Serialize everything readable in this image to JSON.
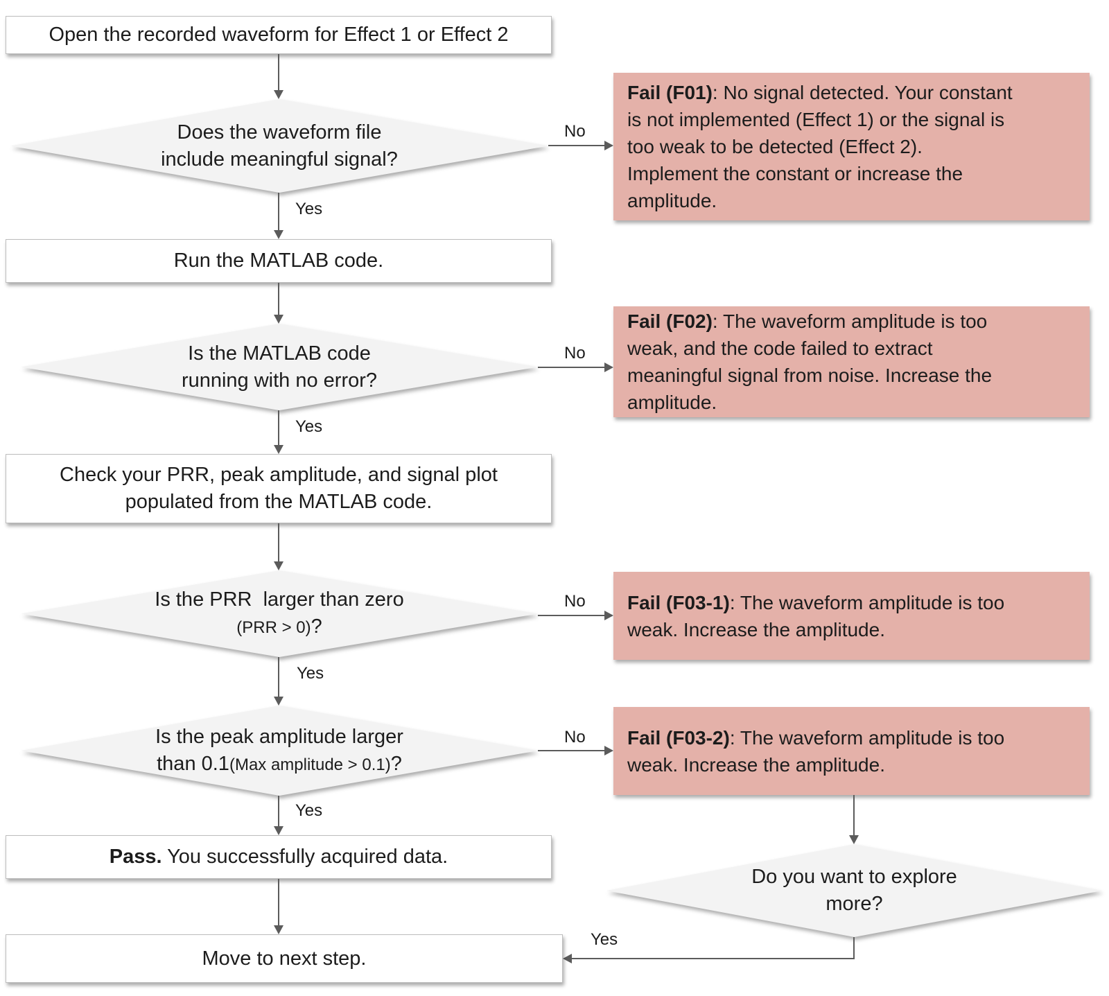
{
  "flowchart": {
    "colors": {
      "fail_box_bg": "#e4b1a9",
      "process_box_bg": "#ffffff",
      "process_box_border": "#bdbdbd",
      "diamond_bg": "#f3f3f3",
      "arrow": "#5b5b5b",
      "text": "#1c1c1c"
    },
    "edge_labels": {
      "yes": "Yes",
      "no": "No"
    },
    "nodes": {
      "start": {
        "label": "Open the recorded waveform for Effect 1 or Effect 2"
      },
      "d1": {
        "label": "Does the waveform file\ninclude meaningful signal?"
      },
      "f01": {
        "prefix": "Fail (F01)",
        "text": ": No signal detected. Your constant\nis not implemented (Effect 1) or the signal is\ntoo weak to be detected (Effect 2).\nImplement the constant or increase the\namplitude."
      },
      "run": {
        "label": "Run the MATLAB code."
      },
      "d2": {
        "label": "Is the MATLAB code\nrunning with no error?"
      },
      "f02": {
        "prefix": "Fail (F02)",
        "text": ": The waveform amplitude is too\nweak, and the code failed to extract\nmeaningful signal from noise. Increase the\namplitude."
      },
      "check": {
        "label": "Check your PRR, peak amplitude, and signal plot\npopulated from the MATLAB code."
      },
      "d3": {
        "line1": "Is the PRR  larger than zero",
        "line2_small": "(PRR > 0)",
        "line2_end": "?"
      },
      "f03_1": {
        "prefix": "Fail (F03-1)",
        "text": ": The waveform amplitude is too\nweak. Increase the amplitude."
      },
      "d4": {
        "line1": "Is the peak amplitude larger",
        "line2_big": "than 0.1",
        "line2_small": "(Max amplitude > 0.1)",
        "line2_end": "?"
      },
      "f03_2": {
        "prefix": "Fail (F03-2)",
        "text": ": The waveform amplitude is too\nweak. Increase the amplitude."
      },
      "pass": {
        "prefix": "Pass.",
        "text": " You successfully acquired data."
      },
      "explore": {
        "label": "Do you want to explore\nmore?"
      },
      "move": {
        "label": "Move to next step."
      }
    }
  }
}
